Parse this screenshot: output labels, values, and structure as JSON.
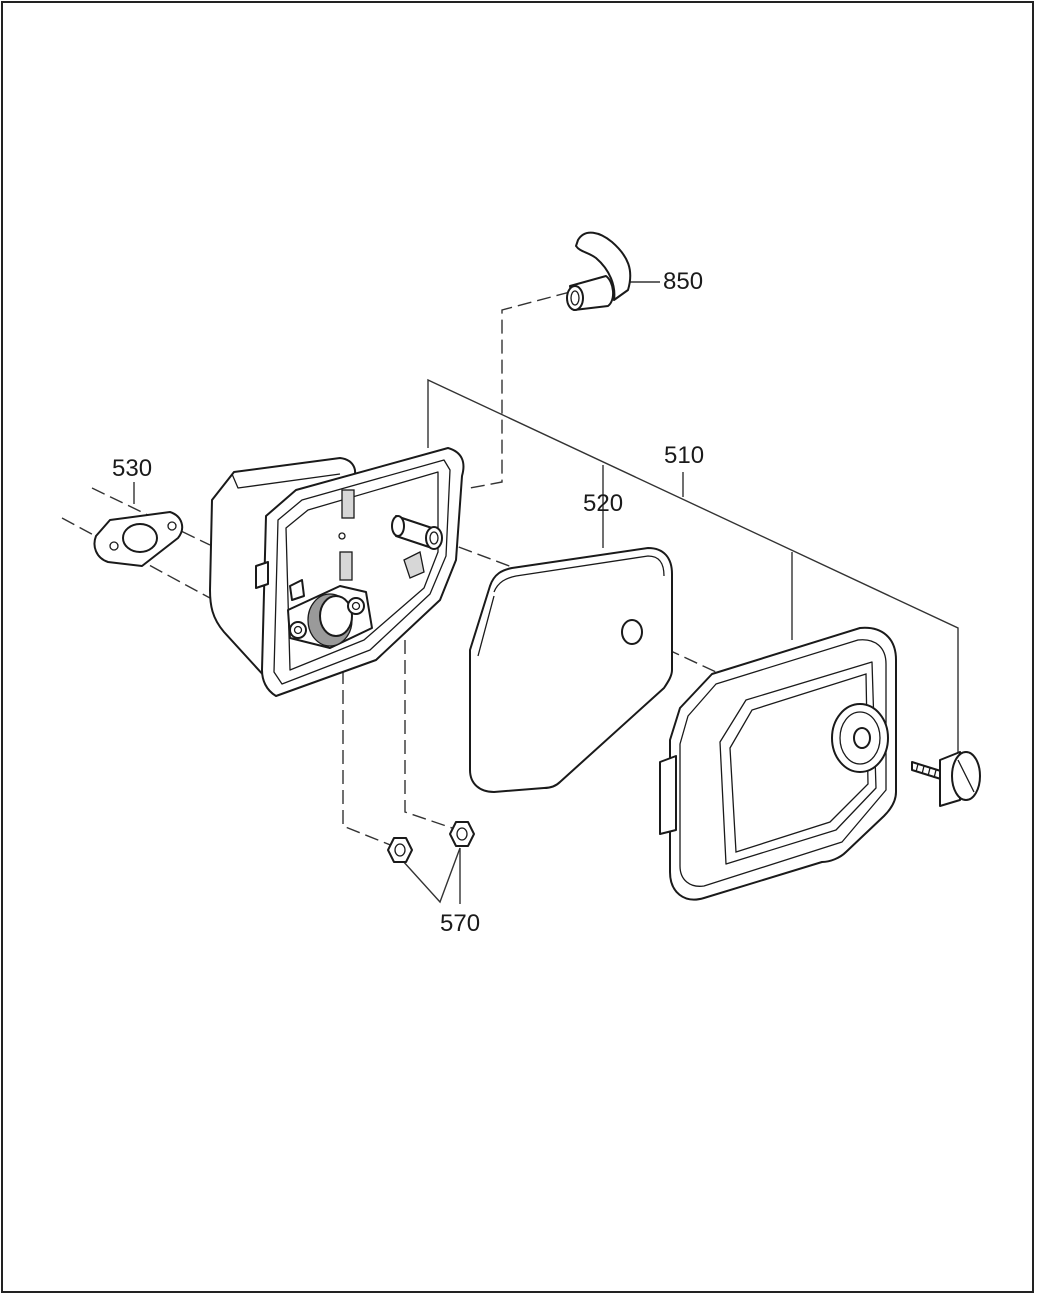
{
  "callouts": {
    "p850": "850",
    "p510": "510",
    "p520": "520",
    "p530": "530",
    "p570": "570"
  },
  "colors": {
    "line": "#1a1a1a",
    "shade": "#d7d7d7",
    "background": "#ffffff"
  }
}
